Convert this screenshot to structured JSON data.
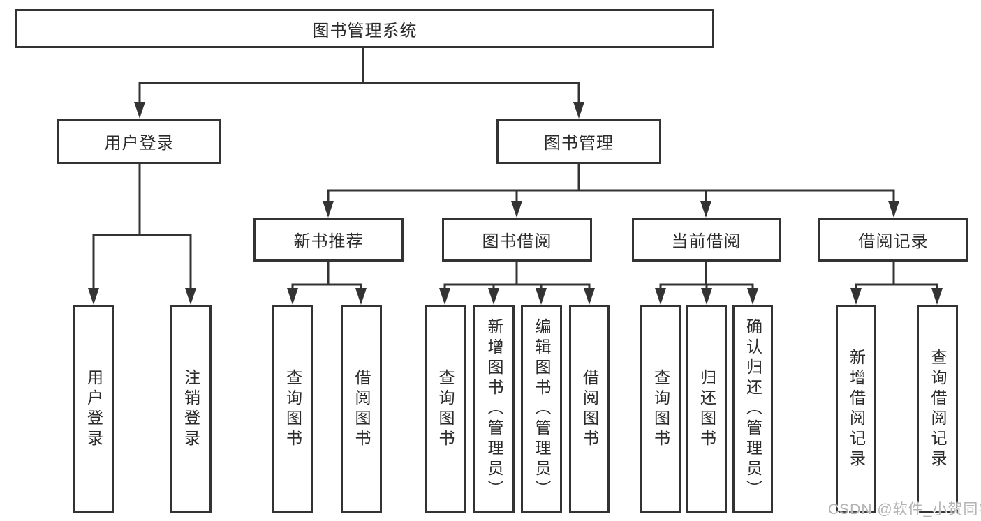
{
  "title": "图书管理系统",
  "watermark": "CSDN @软件_小贺同学",
  "colors": {
    "line": "#333333",
    "border": "#333333",
    "text": "#2b2b2b",
    "box_background": "#ffffff",
    "watermark_text": "#b3b3b3"
  },
  "tree": {
    "root": "图书管理系统",
    "branches": [
      {
        "label": "用户登录",
        "children": [
          "用户登录",
          "注销登录"
        ]
      },
      {
        "label": "图书管理",
        "sections": [
          {
            "label": "新书推荐",
            "children": [
              "查询图书",
              "借阅图书"
            ]
          },
          {
            "label": "图书借阅",
            "children": [
              "查询图书",
              "新增图书（管理员）",
              "编辑图书（管理员）",
              "借阅图书"
            ]
          },
          {
            "label": "当前借阅",
            "children": [
              "查询图书",
              "归还图书",
              "确认归还（管理员）"
            ]
          },
          {
            "label": "借阅记录",
            "children": [
              "新增借阅记录",
              "查询借阅记录"
            ]
          }
        ]
      }
    ]
  }
}
